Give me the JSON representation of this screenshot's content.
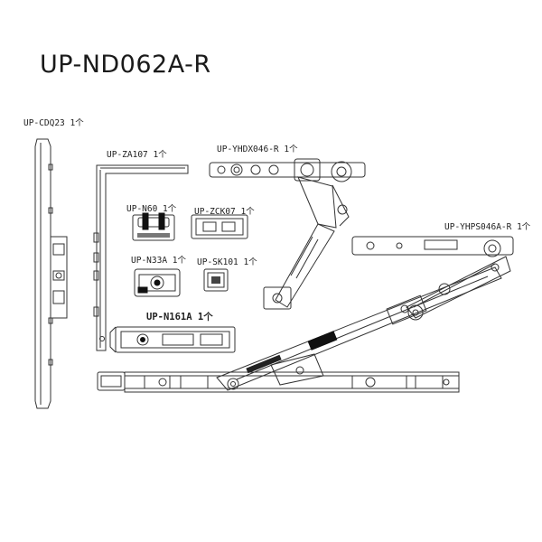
{
  "title": "UP-ND062A-R",
  "parts": [
    {
      "id": "cdq23",
      "label": "UP-CDQ23 1个"
    },
    {
      "id": "za107",
      "label": "UP-ZA107 1个"
    },
    {
      "id": "yhdx046",
      "label": "UP-YHDX046-R 1个"
    },
    {
      "id": "n60",
      "label": "UP-N60 1个"
    },
    {
      "id": "zck07",
      "label": "UP-ZCK07 1个"
    },
    {
      "id": "yhps046a",
      "label": "UP-YHPS046A-R 1个"
    },
    {
      "id": "n33a",
      "label": "UP-N33A 1个"
    },
    {
      "id": "sk101",
      "label": "UP-SK101 1个"
    },
    {
      "id": "n161a",
      "label": "UP-N161A 1个"
    }
  ],
  "colors": {
    "line": "#333333",
    "dark": "#111111",
    "light": "#f4f4f4"
  }
}
